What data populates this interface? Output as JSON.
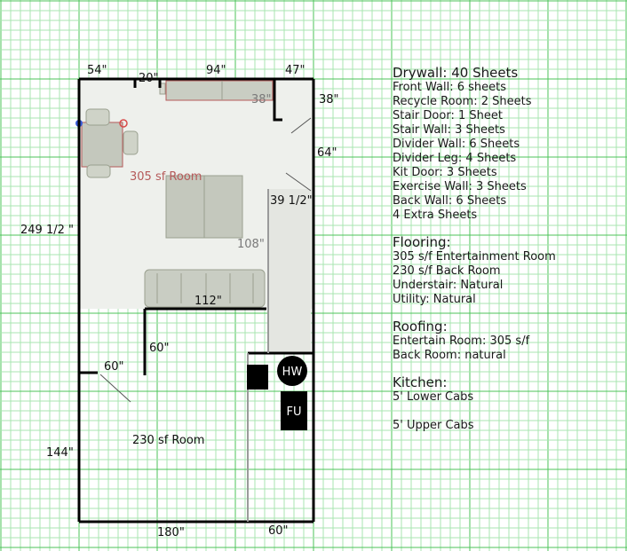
{
  "dimensions": {
    "top_left_54": "54\"",
    "top_20": "20\"",
    "top_94": "94\"",
    "top_47": "47\"",
    "inner_38": "38\"",
    "right_38": "38\"",
    "right_64": "64\"",
    "stair_39_half": "39 1/2\"",
    "stair_108": "108\"",
    "left_249_half": "249 1/2 \"",
    "divider_112": "112\"",
    "door_60_upper": "60\"",
    "door_60_left": "60\"",
    "left_144": "144\"",
    "bottom_180": "180\"",
    "bottom_60": "60\""
  },
  "rooms": {
    "entertainment_label": "305 sf Room",
    "back_label": "230 sf Room"
  },
  "fixtures": {
    "water_heater": "HW",
    "furnace": "FU"
  },
  "notes": {
    "drywall": {
      "title": "Drywall:  40 Sheets",
      "lines": [
        "Front Wall: 6 sheets",
        "Recycle Room: 2 Sheets",
        "Stair Door: 1 Sheet",
        "Stair Wall: 3 Sheets",
        "Divider Wall: 6 Sheets",
        "Divider Leg: 4 Sheets",
        "Kit Door: 3 Sheets",
        "Exercise Wall: 3 Sheets",
        "Back Wall: 6 Sheets",
        "4 Extra Sheets"
      ]
    },
    "flooring": {
      "title": "Flooring:",
      "lines": [
        "305 s/f Entertainment Room",
        "230 s/f Back Room",
        "Understair: Natural",
        "Utility: Natural"
      ]
    },
    "roofing": {
      "title": "Roofing:",
      "lines": [
        "Entertain Room: 305 s/f",
        "Back Room: natural"
      ]
    },
    "kitchen": {
      "title": "Kitchen:",
      "lines": [
        "5' Lower Cabs",
        "",
        "5' Upper Cabs"
      ]
    }
  },
  "colors": {
    "grid_minor": "#a8e6b0",
    "grid_major": "#4cc35a",
    "wall": "#000000",
    "floor_fill": "#eef0ec",
    "furniture": "#c9cdc3",
    "room_label": "#b55a5a"
  }
}
